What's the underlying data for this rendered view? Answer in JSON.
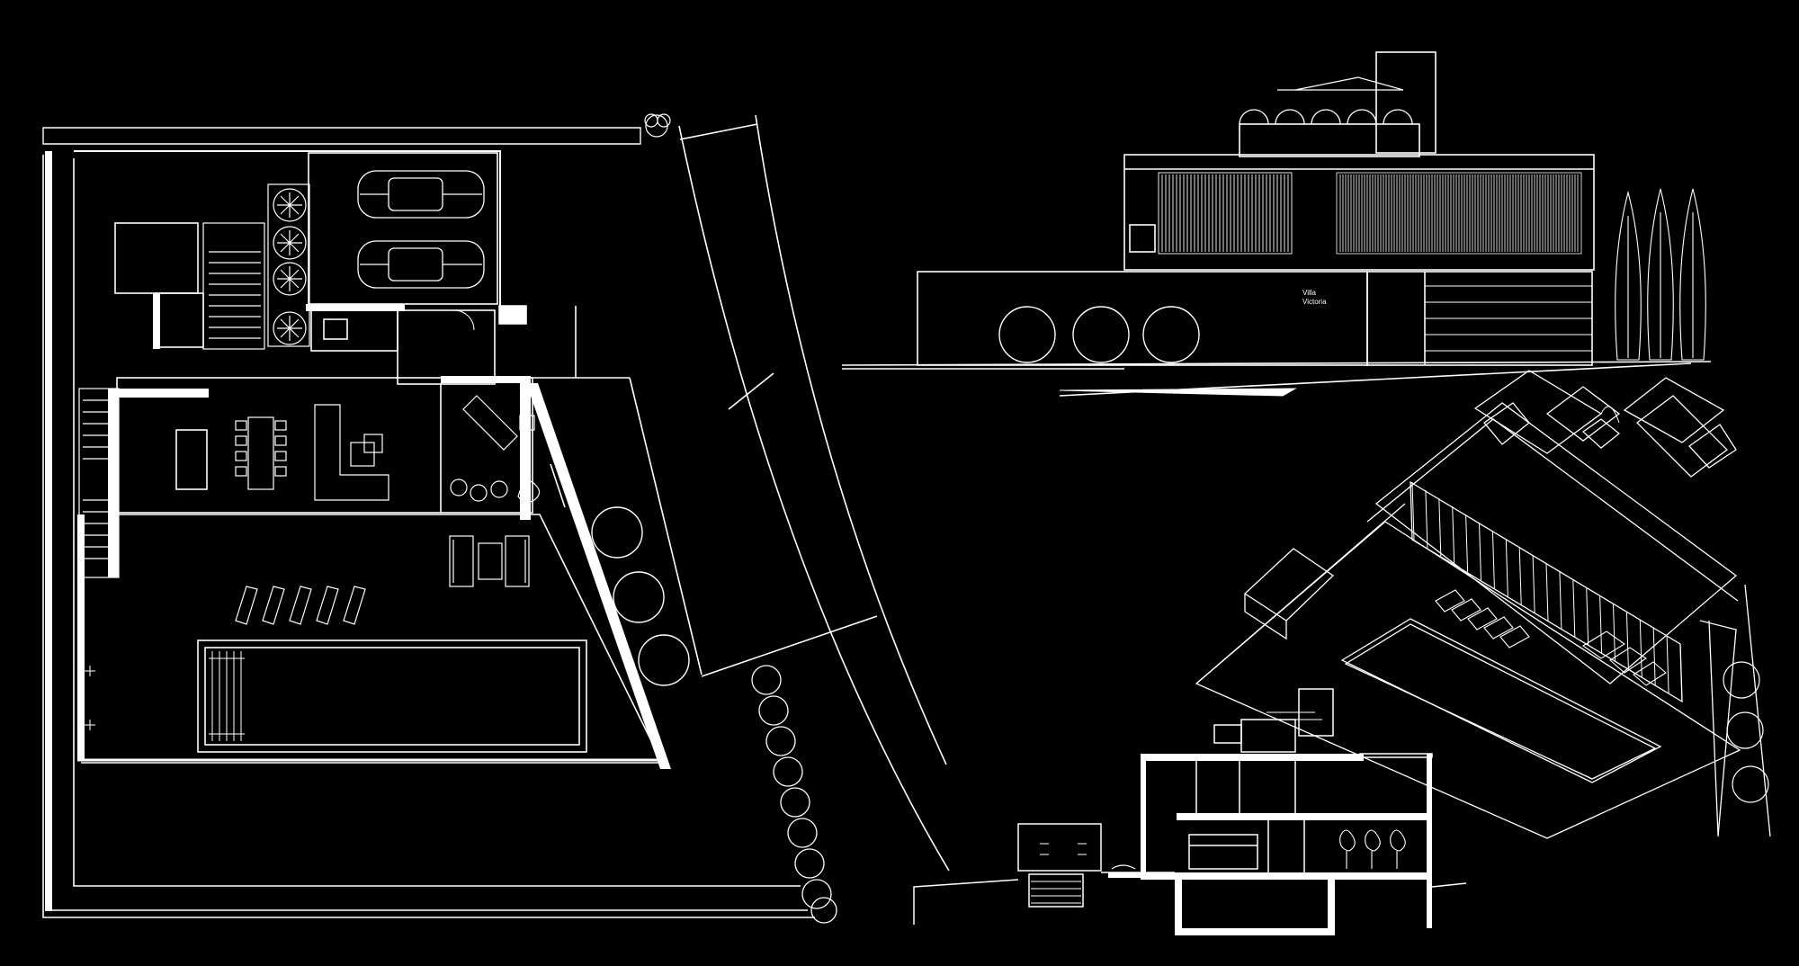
{
  "drawing": {
    "background": "#000000",
    "line_color": "#ffffff",
    "facade_label_line1": "Villa",
    "facade_label_line2": "Victoria"
  },
  "panels": {
    "site_plan": "site-plan",
    "front_elevation": "front-elevation",
    "axonometric": "axonometric-view",
    "section": "building-section"
  }
}
